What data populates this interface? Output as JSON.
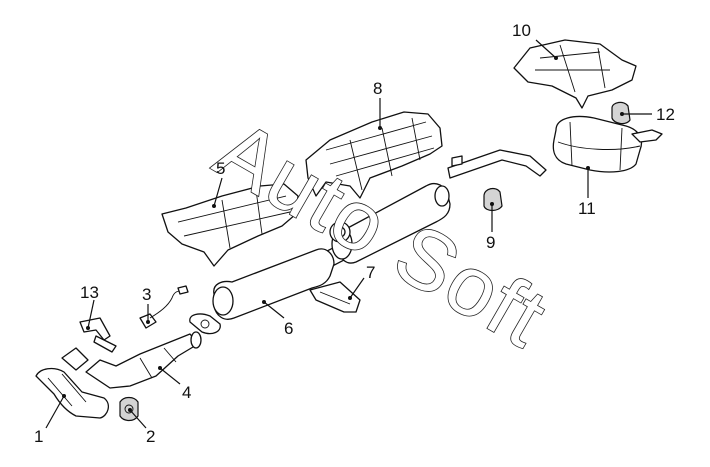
{
  "watermark": "Auto Soft",
  "callouts": [
    "1",
    "2",
    "3",
    "4",
    "5",
    "6",
    "7",
    "8",
    "9",
    "10",
    "11",
    "12",
    "13"
  ],
  "colors": {
    "ink": "#111111",
    "shade": "#d4d4d4",
    "background": "#ffffff"
  }
}
